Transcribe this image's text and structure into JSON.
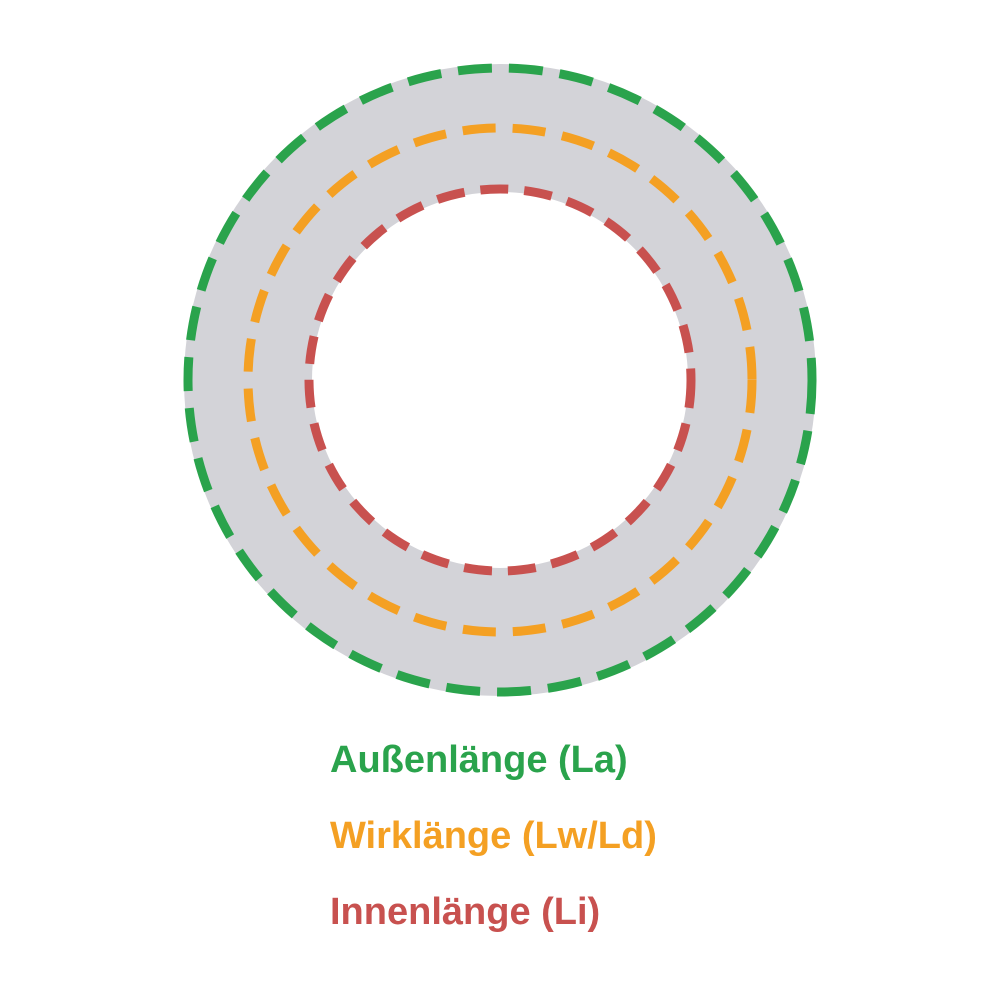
{
  "diagram": {
    "description": "V-belt length diagram with three dashed measurement circles",
    "ring_color": "#d3d3d8",
    "background_color": "#ffffff",
    "circles": [
      {
        "name": "outer-length-circle",
        "label_ref": "La",
        "color": "#2aa34c"
      },
      {
        "name": "effective-length-circle",
        "label_ref": "Lw/Ld",
        "color": "#f4a023"
      },
      {
        "name": "inner-length-circle",
        "label_ref": "Li",
        "color": "#c8514f"
      }
    ],
    "labels": [
      {
        "text": "Außenlänge (La)",
        "color": "#2aa34c"
      },
      {
        "text": "Wirklänge (Lw/Ld)",
        "color": "#f4a023"
      },
      {
        "text": "Innenlänge (Li)",
        "color": "#c8514f"
      }
    ]
  }
}
